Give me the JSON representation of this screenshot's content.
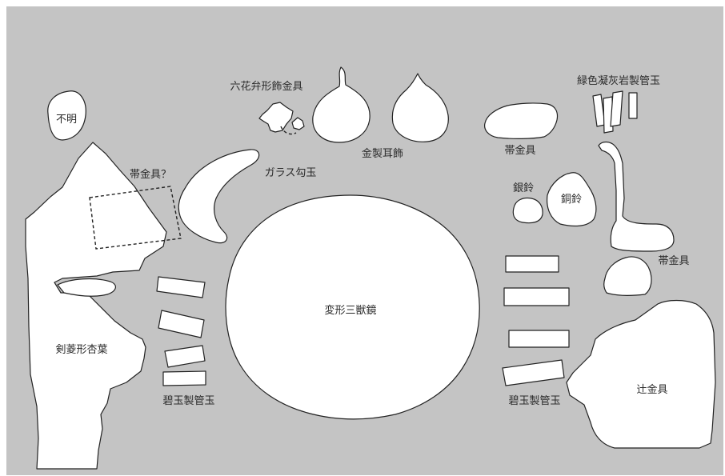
{
  "colors": {
    "background": "#c4c4c4",
    "piece_fill": "#ffffff",
    "outline": "#222222",
    "text": "#2a2a2a"
  },
  "labels": {
    "unknown": "不明",
    "rokka_ben": "六花弁形飾金具",
    "gold_earrings": "金製耳飾",
    "tuff_tubes": "緑色凝灰岩製管玉",
    "obi_right_top": "帯金具",
    "obi_left": "帯金具？",
    "glass_magatama": "ガラス勾玉",
    "silver_bell": "銀鈴",
    "bronze_bell": "銅鈴",
    "obi_right_mid": "帯金具",
    "mirror": "変形三獣鏡",
    "sword": "剣菱形杏葉",
    "jasper_left": "碧玉製管玉",
    "jasper_right": "碧玉製管玉",
    "tsuji": "辻金具"
  }
}
